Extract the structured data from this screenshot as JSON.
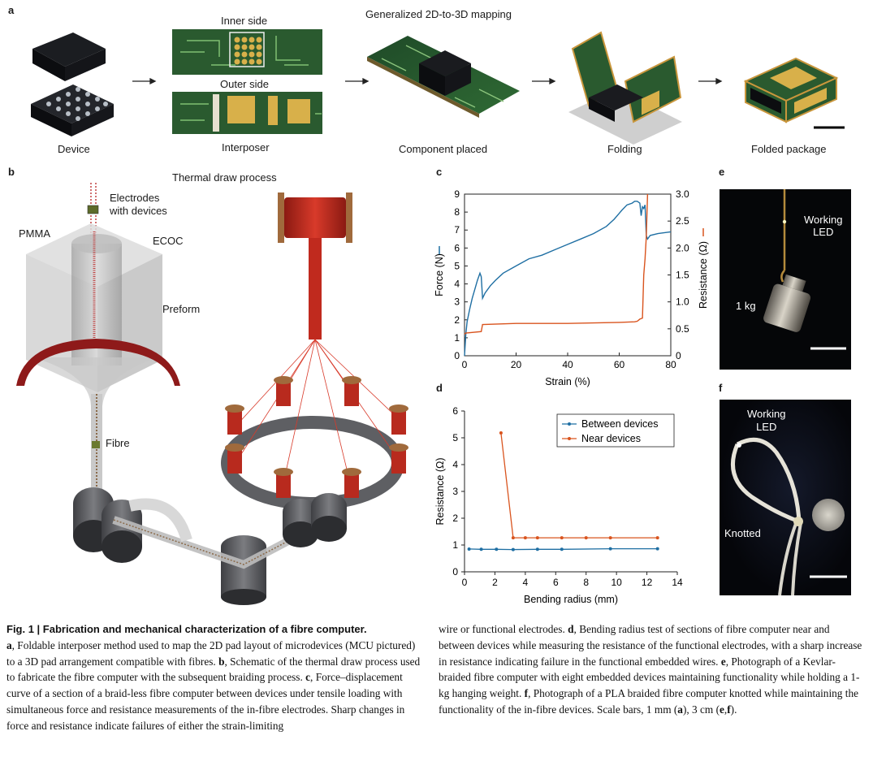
{
  "panel_a": {
    "letter": "a",
    "title": "Generalized 2D-to-3D mapping",
    "labels": {
      "device": "Device",
      "inner_side": "Inner side",
      "outer_side": "Outer side",
      "interposer": "Interposer",
      "component_placed": "Component placed",
      "folding": "Folding",
      "folded_package": "Folded package"
    }
  },
  "panel_b": {
    "letter": "b",
    "title": "Thermal draw process",
    "labels": {
      "electrodes": "Electrodes",
      "with_devices": "with devices",
      "pmma": "PMMA",
      "ecoc": "ECOC",
      "preform": "Preform",
      "fibre": "Fibre"
    }
  },
  "panel_c": {
    "letter": "c"
  },
  "panel_d": {
    "letter": "d"
  },
  "panel_e": {
    "letter": "e",
    "working": "Working",
    "led": "LED",
    "weight": "1 kg"
  },
  "panel_f": {
    "letter": "f",
    "working": "Working",
    "led": "LED",
    "knotted": "Knotted"
  },
  "chart_data": [
    {
      "panel": "c",
      "type": "line",
      "xlabel": "Strain (%)",
      "ylabel_left": "Force (N)",
      "ylabel_right": "Resistance (Ω)",
      "xlim": [
        0,
        80
      ],
      "ylim_left": [
        0,
        9
      ],
      "ylim_right": [
        0,
        3.0
      ],
      "x_ticks": [
        "0",
        "20",
        "40",
        "60",
        "80"
      ],
      "y_ticks_left": [
        "0",
        "1",
        "2",
        "3",
        "4",
        "5",
        "6",
        "7",
        "8",
        "9"
      ],
      "y_ticks_right": [
        "0",
        "0.5",
        "1.0",
        "1.5",
        "2.0",
        "2.5",
        "3.0"
      ],
      "grid": false,
      "series": [
        {
          "axis": "left",
          "color": "#1f6fa3",
          "x": [
            0,
            0.5,
            1,
            2,
            3,
            4,
            5,
            6,
            6.5,
            7,
            8,
            10,
            12,
            15,
            20,
            25,
            30,
            35,
            40,
            45,
            50,
            55,
            58,
            61,
            63,
            65,
            66,
            67,
            68,
            68.5,
            69,
            69.5,
            70,
            70.5,
            71,
            72,
            75,
            80
          ],
          "y": [
            0,
            1.2,
            1.9,
            2.6,
            3.2,
            3.7,
            4.2,
            4.6,
            4.4,
            3.2,
            3.5,
            3.9,
            4.2,
            4.6,
            5.0,
            5.4,
            5.6,
            5.9,
            6.2,
            6.5,
            6.8,
            7.2,
            7.6,
            8.1,
            8.4,
            8.5,
            8.6,
            8.6,
            8.5,
            7.8,
            8.3,
            8.2,
            8.4,
            6.7,
            6.5,
            6.7,
            6.8,
            6.9
          ]
        },
        {
          "axis": "right",
          "color": "#d9541e",
          "x": [
            0,
            0.5,
            6.5,
            7,
            20,
            40,
            60,
            66,
            67,
            68,
            69,
            69.5,
            70,
            70.5,
            71
          ],
          "y": [
            0.4,
            0.42,
            0.45,
            0.58,
            0.6,
            0.6,
            0.62,
            0.63,
            0.64,
            0.68,
            0.7,
            1.5,
            1.8,
            2.2,
            3.0
          ]
        }
      ]
    },
    {
      "panel": "d",
      "type": "line",
      "xlabel": "Bending radius (mm)",
      "ylabel": "Resistance (Ω)",
      "xlim": [
        0,
        14
      ],
      "ylim": [
        0,
        6
      ],
      "x_ticks": [
        "0",
        "2",
        "4",
        "6",
        "8",
        "10",
        "12",
        "14"
      ],
      "y_ticks": [
        "0",
        "1",
        "2",
        "3",
        "4",
        "5",
        "6"
      ],
      "grid": false,
      "legend": "top-right",
      "series": [
        {
          "name": "Between devices",
          "color": "#1f6fa3",
          "x": [
            0.3,
            1.1,
            2.1,
            3.2,
            4.8,
            6.4,
            9.6,
            12.7
          ],
          "y": [
            0.85,
            0.84,
            0.84,
            0.83,
            0.84,
            0.84,
            0.86,
            0.86
          ]
        },
        {
          "name": "Near devices",
          "color": "#d9541e",
          "x": [
            2.4,
            3.2,
            4.0,
            4.8,
            6.4,
            8.0,
            9.6,
            12.7
          ],
          "y": [
            5.18,
            1.27,
            1.27,
            1.27,
            1.27,
            1.27,
            1.27,
            1.27
          ]
        }
      ]
    }
  ],
  "caption": {
    "fig": "Fig. 1 | Fabrication and mechanical characterization of a fibre computer.",
    "col1": [
      {
        "b": "a",
        "t": ", Foldable interposer method used to map the 2D pad layout of microdevices (MCU pictured) to a 3D pad arrangement compatible with fibres. "
      },
      {
        "b": "b",
        "t": ", Schematic of the thermal draw process used to fabricate the fibre computer with the subsequent braiding process. "
      },
      {
        "b": "c",
        "t": ", Force–displacement curve of a section of a braid-less fibre computer between devices under tensile loading with simultaneous force and resistance measurements of the in-fibre electrodes. Sharp changes in force and resistance indicate failures of either the strain-limiting"
      }
    ],
    "col2": [
      {
        "b": "",
        "t": "wire or functional electrodes. "
      },
      {
        "b": "d",
        "t": ", Bending radius test of sections of fibre computer near and between devices while measuring the resistance of the functional electrodes, with a sharp increase in resistance indicating failure in the functional embedded wires. "
      },
      {
        "b": "e",
        "t": ", Photograph of a Kevlar-braided fibre computer with eight embedded devices maintaining functionality while holding a 1-kg hanging weight. "
      },
      {
        "b": "f",
        "t": ", Photograph of a PLA braided fibre computer knotted while maintaining the functionality of the in-fibre devices. Scale bars, 1 mm ("
      },
      {
        "b": "a",
        "t": "), 3 cm ("
      },
      {
        "b": "e",
        "t": ","
      },
      {
        "b": "f",
        "t": ")."
      }
    ]
  }
}
